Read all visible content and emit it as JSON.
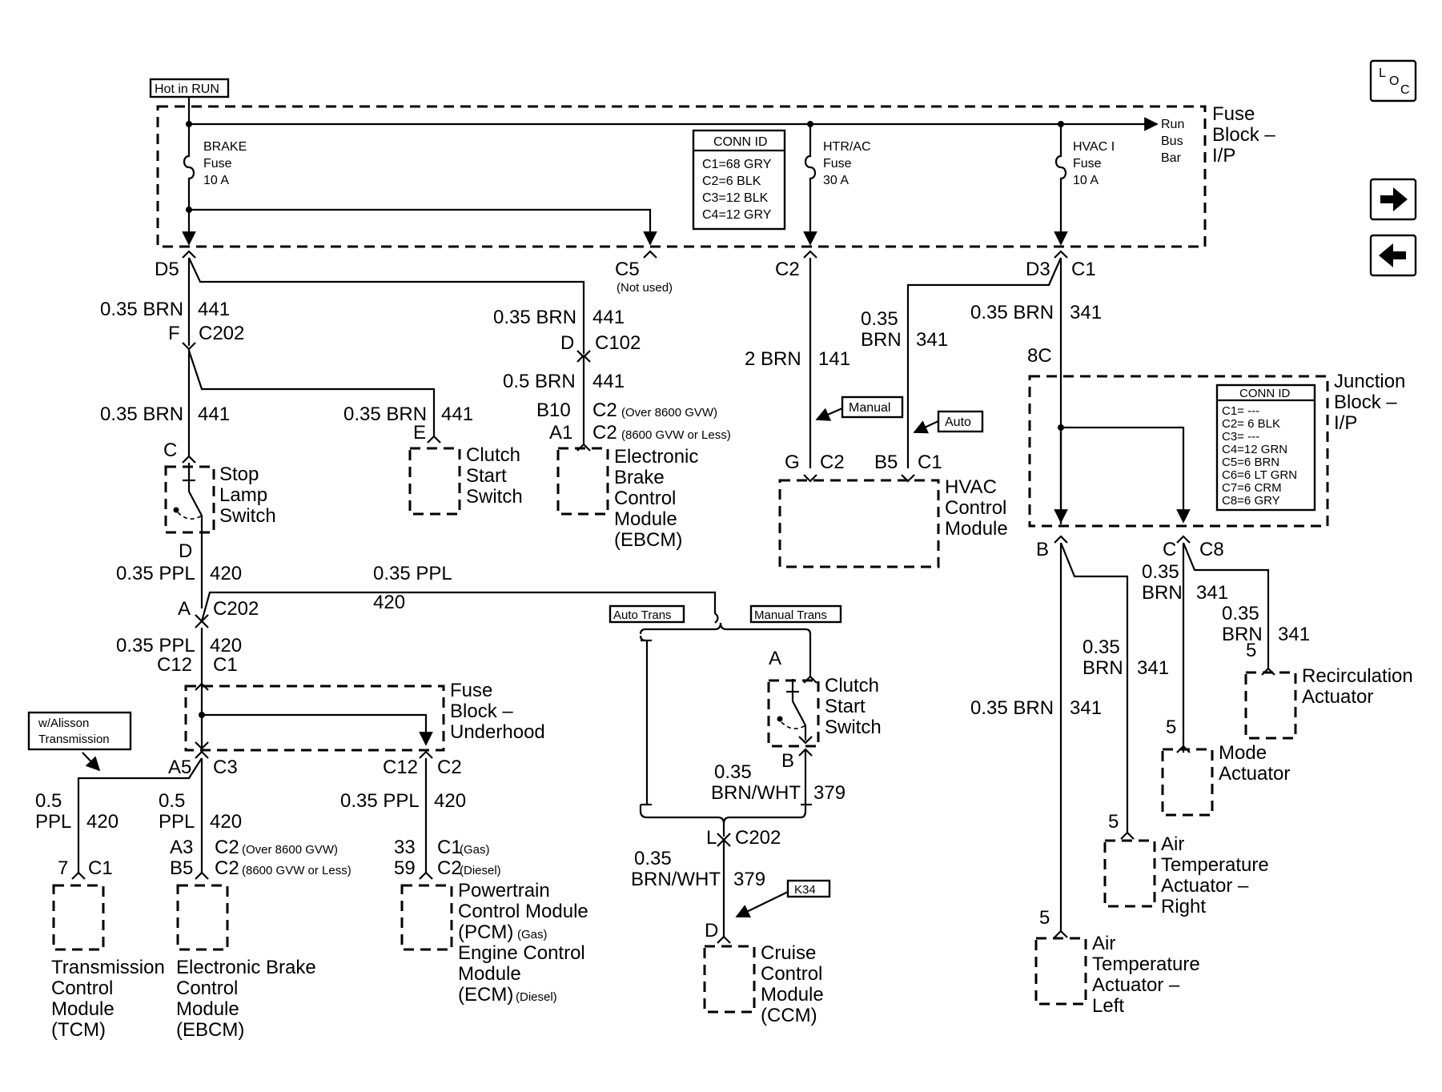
{
  "nav": {
    "loc_l": "L",
    "loc_o": "O",
    "loc_c": "C",
    "forward_glyph": "➡",
    "back_glyph": "⬅"
  },
  "top": {
    "hot_in_run": "Hot in RUN",
    "brake_fuse": [
      "BRAKE",
      "Fuse",
      "10 A"
    ],
    "htr_fuse": [
      "HTR/AC",
      "Fuse",
      "30 A"
    ],
    "hvac_fuse": [
      "HVAC I",
      "Fuse",
      "10 A"
    ],
    "run_bus": [
      "Run",
      "Bus",
      "Bar"
    ],
    "fuse_block_ip": [
      "Fuse",
      "Block –",
      "I/P"
    ],
    "conn_id_title": "CONN ID",
    "conn_id": [
      "C1=68 GRY",
      "C2=6 BLK",
      "C3=12 BLK",
      "C4=12 GRY"
    ]
  },
  "left": {
    "d5": "D5",
    "wire1_gauge": "0.35 BRN",
    "wire1_num": "441",
    "f": "F",
    "c202a": "C202",
    "wire2_gauge": "0.35 BRN",
    "wire2_num": "441",
    "c": "C",
    "stop_lamp": [
      "Stop",
      "Lamp",
      "Switch"
    ],
    "d": "D",
    "wire3_gauge": "0.35 PPL",
    "wire3_num": "420",
    "wire4_gauge": "0.35 PPL",
    "wire4_num": "420",
    "a": "A",
    "c202b": "C202",
    "wire5_gauge": "0.35 PPL",
    "wire5_num": "420",
    "c12": "C12",
    "c1": "C1",
    "fuse_underhood": [
      "Fuse",
      "Block –",
      "Underhood"
    ],
    "w_allison": [
      "w/Alisson",
      "Transmission"
    ],
    "a5": "A5",
    "c3": "C3",
    "c12b": "C12",
    "c2": "C2",
    "tcm_gauge": [
      "0.5",
      "PPL"
    ],
    "tcm_num": "420",
    "tcm_pin": "7",
    "tcm_conn": "C1",
    "tcm_label": [
      "Transmission",
      "Control",
      "Module",
      "(TCM)"
    ],
    "ebcm2_gauge": [
      "0.5",
      "PPL"
    ],
    "ebcm2_num": "420",
    "ebcm2_pin_a": "A3",
    "ebcm2_conn_a": "C2",
    "ebcm2_note_a": "(Over 8600 GVW)",
    "ebcm2_pin_b": "B5",
    "ebcm2_conn_b": "C2",
    "ebcm2_note_b": "(8600 GVW or Less)",
    "ebcm2_label": [
      "Electronic Brake",
      "Control",
      "Module",
      "(EBCM)"
    ],
    "pcm_gauge": "0.35 PPL",
    "pcm_num": "420",
    "pcm_pin_a": "33",
    "pcm_conn_a": "C1",
    "pcm_note_a": "(Gas)",
    "pcm_pin_b": "59",
    "pcm_conn_b": "C2",
    "pcm_note_b": "(Diesel)",
    "pcm_label": [
      "Powertrain",
      "Control Module",
      "(PCM)",
      "Engine Control",
      "Module",
      "(ECM)"
    ],
    "pcm_note_gas": "(Gas)",
    "pcm_note_diesel": "(Diesel)"
  },
  "middle": {
    "c5": "C5",
    "not_used": "(Not used)",
    "wire_gauge": "0.35 BRN",
    "wire_num": "441",
    "d": "D",
    "c102": "C102",
    "wire2_gauge": "0.5 BRN",
    "wire2_num": "441",
    "b10": "B10",
    "c2a": "C2",
    "note_a": "(Over 8600 GVW)",
    "a1": "A1",
    "c2b": "C2",
    "note_b": "(8600 GVW or Less)",
    "ebcm_label": [
      "Electronic",
      "Brake",
      "Control",
      "Module",
      "(EBCM)"
    ],
    "clutch_gauge": "0.35 BRN",
    "clutch_num": "441",
    "e": "E",
    "clutch_label": [
      "Clutch",
      "Start",
      "Switch"
    ],
    "ppl_gauge": "0.35 PPL",
    "ppl_num": "420",
    "auto_trans": "Auto Trans",
    "manual_trans": "Manual Trans",
    "a": "A",
    "clutch2_label": [
      "Clutch",
      "Start",
      "Switch"
    ],
    "b": "B",
    "brnwht_gauge": [
      "0.35",
      "BRN/WHT"
    ],
    "brnwht_num": "379",
    "l": "L",
    "c202": "C202",
    "brnwht2_gauge": [
      "0.35",
      "BRN/WHT"
    ],
    "brnwht2_num": "379",
    "k34": "K34",
    "d2": "D",
    "ccm_label": [
      "Cruise",
      "Control",
      "Module",
      "(CCM)"
    ]
  },
  "hvac": {
    "c2": "C2",
    "gauge": "2 BRN",
    "num": "141",
    "manual": "Manual",
    "auto": "Auto",
    "d3": "D3",
    "c1": "C1",
    "gauge2": [
      "0.35",
      "BRN"
    ],
    "num2": "341",
    "g": "G",
    "c2b": "C2",
    "b5": "B5",
    "c1b": "C1",
    "label": [
      "HVAC",
      "Control",
      "Module"
    ]
  },
  "right": {
    "gauge": "0.35 BRN",
    "num": "341",
    "pin8c": "8C",
    "junction_label": [
      "Junction",
      "Block –",
      "I/P"
    ],
    "conn_id_title": "CONN ID",
    "conn_id": [
      "C1= ---",
      "C2= 6 BLK",
      "C3= ---",
      "C4=12 GRN",
      "C5=6 BRN",
      "C6=6 LT GRN",
      "C7=6 CRM",
      "C8=6 GRY"
    ],
    "b": "B",
    "c": "C",
    "c8": "C8",
    "mode_gauge": [
      "0.35",
      "BRN"
    ],
    "mode_num": "341",
    "recirc_gauge": [
      "0.35",
      "BRN"
    ],
    "recirc_num": "341",
    "recirc_pin": "5",
    "recirc_label": [
      "Recirculation",
      "Actuator"
    ],
    "atr_gauge": [
      "0.35",
      "BRN"
    ],
    "atr_num": "341",
    "mode_pin": "5",
    "mode_label": [
      "Mode",
      "Actuator"
    ],
    "atl_gauge": "0.35 BRN",
    "atl_num": "341",
    "atr_pin": "5",
    "atr_label": [
      "Air",
      "Temperature",
      "Actuator –",
      "Right"
    ],
    "atl_pin": "5",
    "atl_label": [
      "Air",
      "Temperature",
      "Actuator –",
      "Left"
    ]
  }
}
